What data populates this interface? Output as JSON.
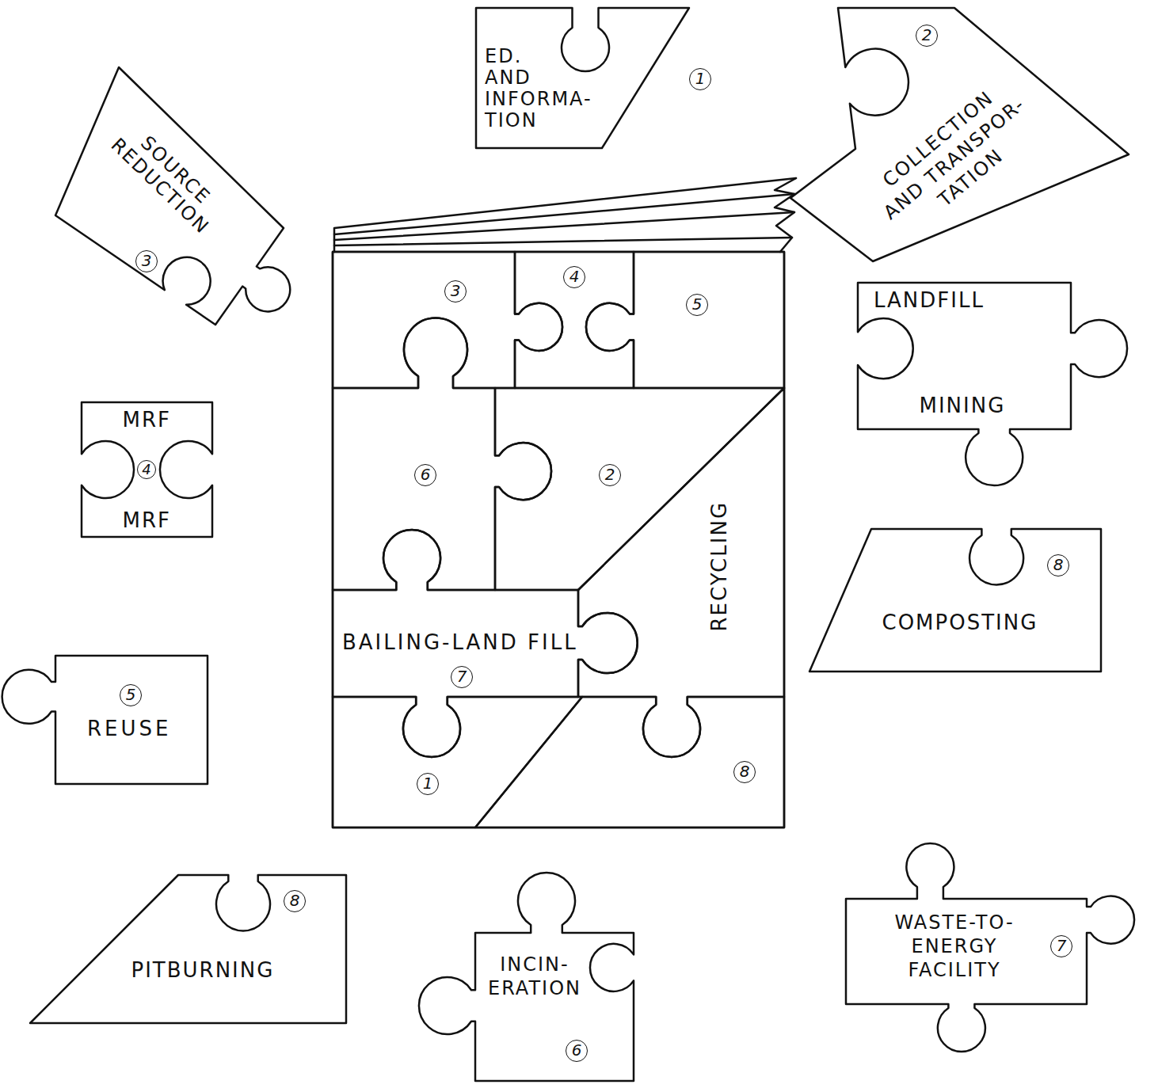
{
  "diagram": {
    "nodes": [
      {
        "text": [
          "ED. AND INFORMA- TION",
          "1"
        ]
      },
      {
        "text": [
          "COLLECTION AND TRANSPOR- TATION",
          "2"
        ]
      },
      {
        "text": [
          "SOURCE REDUCTION",
          "3"
        ]
      },
      {
        "text": [
          "LANDFILL",
          "MINING"
        ]
      },
      {
        "text": [
          "3"
        ]
      },
      {
        "text": [
          "4"
        ]
      },
      {
        "text": [
          "5"
        ]
      },
      {
        "text": [
          "MRF",
          "4",
          "MRF"
        ]
      },
      {
        "text": [
          "6"
        ]
      },
      {
        "text": [
          "2"
        ]
      },
      {
        "text": [
          "COMPOSTING",
          "8"
        ]
      },
      {
        "text": [
          "RECYCLING"
        ]
      },
      {
        "text": [
          "BAILING-LAND FILL",
          "7"
        ]
      },
      {
        "text": [
          "REUSE",
          "5"
        ]
      },
      {
        "text": [
          "1"
        ]
      },
      {
        "text": [
          "8"
        ]
      },
      {
        "text": [
          "PITBURNING",
          "8"
        ]
      },
      {
        "text": [
          "INCIN- ERATION",
          "6"
        ]
      },
      {
        "text": [
          "WASTE-TO- ENERGY FACILITY",
          "7"
        ]
      }
    ]
  }
}
